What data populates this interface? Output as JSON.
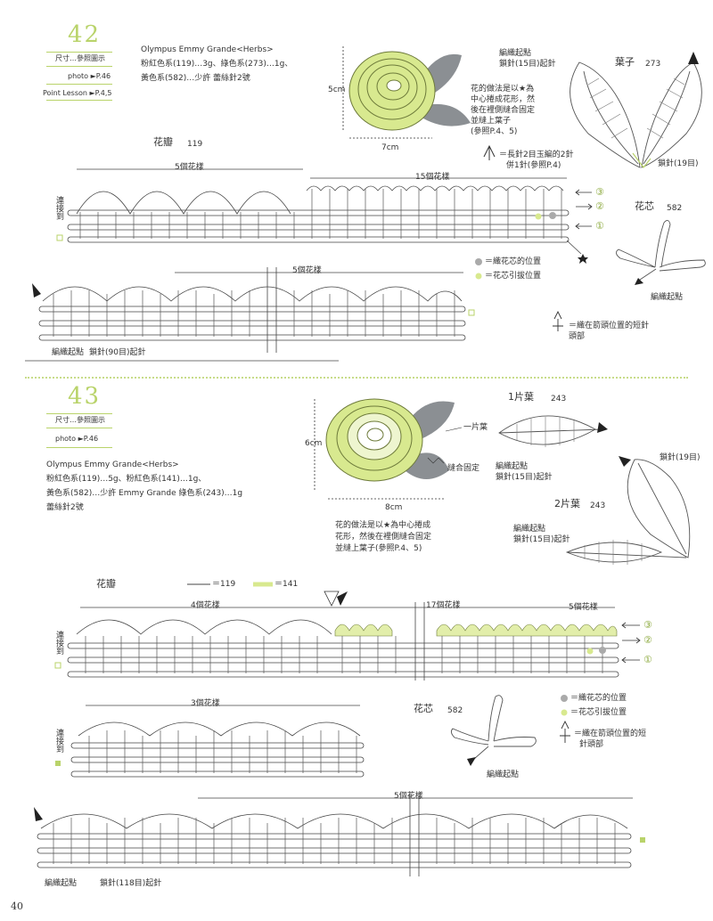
{
  "p42": {
    "number": "42",
    "size_label": "尺寸…參照圖示",
    "photo_ref": "photo ►P.46",
    "point_lesson": "Point Lesson ►P.4,5",
    "yarn_lines": [
      "Olympus Emmy Grande<Herbs>",
      "粉紅色系(119)…3g、綠色系(273)…1g、",
      "黃色系(582)…少許 蕾絲針2號"
    ],
    "dim_height": "5cm",
    "dim_width": "7cm",
    "method_lines": [
      "花的做法是以★為",
      "中心捲成花形，然",
      "後在裡側縫合固定",
      "並縫上葉子",
      "(參照P.4、5)"
    ],
    "leaf_start_lines": [
      "編織起點",
      "鎖針(15目)起針"
    ],
    "leaf_title": "葉子",
    "leaf_code": "273",
    "leaf_chain": "鎖針(19目)",
    "legend_cluster": "＝長針2目玉編的2針",
    "legend_cluster2": "併1針(參照P.4)",
    "petal_title": "花瓣",
    "petal_code": "119",
    "repeat5": "5個花樣",
    "repeat15": "15個花樣",
    "repeat5b": "5個花樣",
    "connect": "連接到",
    "rows": [
      "③",
      "②",
      "①"
    ],
    "core_title": "花芯",
    "core_code": "582",
    "core_start": "編織起點",
    "legend_gray": "＝織花芯的位置",
    "legend_green": "＝花芯引拔位置",
    "legend_stitch_lines": [
      "＝織在箭頭位置的短針",
      "頭部"
    ],
    "bottom_start": "編織起點",
    "bottom_chain": "鎖針(90目)起針"
  },
  "p43": {
    "number": "43",
    "size_label": "尺寸…參照圖示",
    "photo_ref": "photo ►P.46",
    "yarn_lines": [
      "Olympus Emmy Grande<Herbs>",
      "粉紅色系(119)…5g、粉紅色系(141)…1g、",
      "黃色系(582)…少許 Emmy Grande 綠色系(243)…1g",
      "蕾絲針2號"
    ],
    "dim_height": "6cm",
    "dim_width": "8cm",
    "leaf1_label": "一片葉",
    "sew_label": "縫合固定",
    "method_lines": [
      "花的做法是以★為中心捲成",
      "花形，然後在裡側縫合固定",
      "並縫上葉子(參照P.4、5)"
    ],
    "leaf1_title": "1片葉",
    "leaf1_code": "243",
    "leaf1_start_lines": [
      "編織起點",
      "鎖針(15目)起針"
    ],
    "leaf2_chain": "鎖針(19目)",
    "leaf2_title": "2片葉",
    "leaf2_code": "243",
    "leaf2_start_lines": [
      "編織起點",
      "鎖針(15目)起針"
    ],
    "petal_title": "花瓣",
    "legend_119": "＝119",
    "legend_141": "＝141",
    "repeat4": "4個花樣",
    "repeat17": "17個花樣",
    "repeat5": "5個花樣",
    "repeat3": "3個花樣",
    "repeat5b": "5個花樣",
    "connect": "連接到",
    "rows": [
      "③",
      "②",
      "①"
    ],
    "core_title": "花芯",
    "core_code": "582",
    "core_start": "編織起點",
    "legend_gray": "＝織花芯的位置",
    "legend_green": "＝花芯引拔位置",
    "legend_stitch_lines": [
      "＝織在箭頭位置的短",
      "針頭部"
    ],
    "bottom_start": "編織起點",
    "bottom_chain": "鎖針(118目)起針"
  },
  "page_number": "40",
  "colors": {
    "accent_green": "#b9d36a",
    "light_green": "#d8e98f",
    "leaf_gray": "#8b8f93",
    "stitch": "#555555"
  }
}
